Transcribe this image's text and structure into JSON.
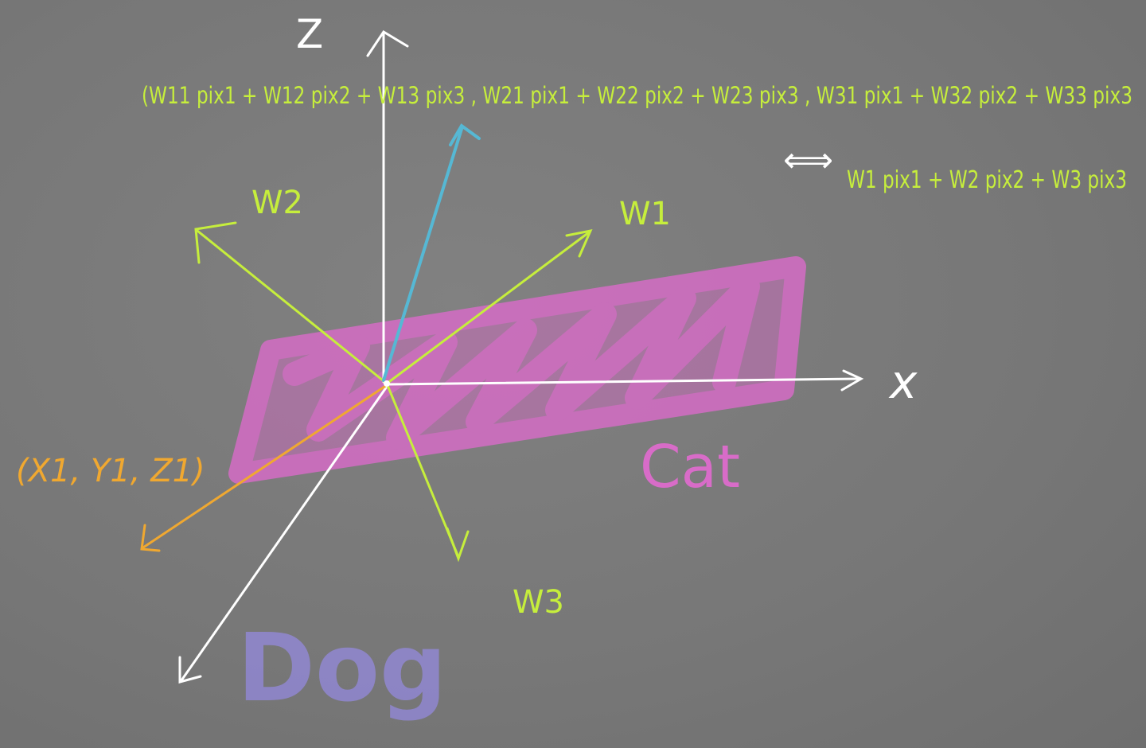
{
  "axes": {
    "z_label": "Z",
    "x_label": "x"
  },
  "vectors": {
    "w1_label": "W1",
    "w2_label": "W2",
    "w3_label": "W3"
  },
  "point": {
    "label": "(X1, Y1, Z1)"
  },
  "equations": {
    "top_line": "(W11 pix1 + W12 pix2 + W13 pix3 , W21 pix1 + W22 pix2 + W23 pix3 , W31 pix1 + W32 pix2 + W33 pix3",
    "equivalence_symbol": "⟺",
    "second_line": "W1 pix1 + W2 pix2 + W3 pix3"
  },
  "classes": {
    "cat_label": "Cat",
    "dog_label": "Dog"
  },
  "colors": {
    "background": "#7a7a7a",
    "axes": "#ffffff",
    "weight_vectors": "#c6ee3c",
    "result_vector": "#56b8d4",
    "point_vector": "#f0a830",
    "cat_region": "#d86cc8",
    "dog_text": "#8f86cc",
    "equation_green": "#c6ee3c",
    "equation_orange": "#f0a830"
  }
}
